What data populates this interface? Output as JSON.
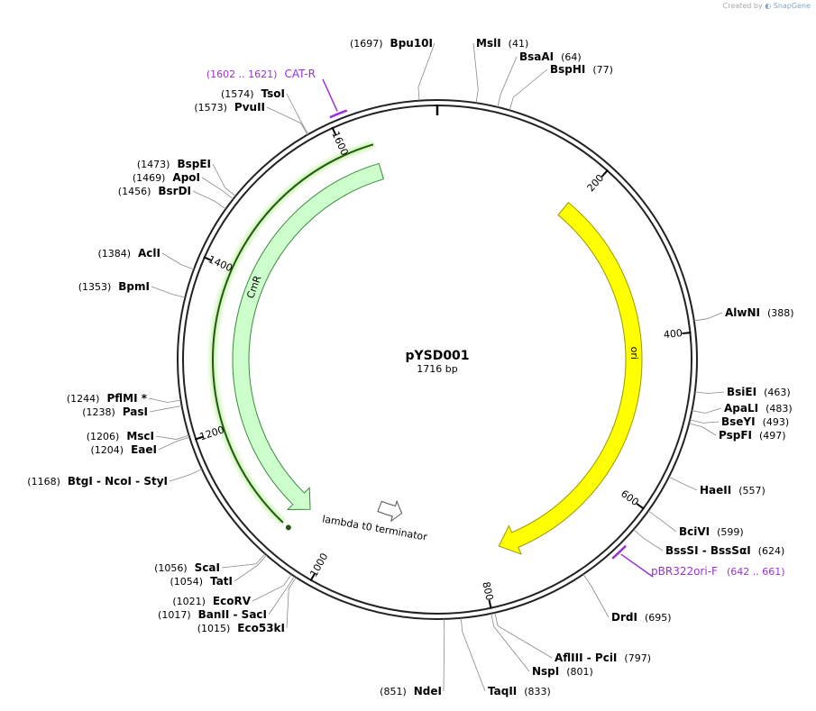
{
  "credit": {
    "prefix": "Created by",
    "brand": "SnapGene"
  },
  "plasmid": {
    "name": "pYSD001",
    "length_label": "1716 bp",
    "length": 1716
  },
  "tick_labels": [
    {
      "text": "200",
      "pos": 200
    },
    {
      "text": "400",
      "pos": 400
    },
    {
      "text": "600",
      "pos": 600
    },
    {
      "text": "800",
      "pos": 800
    },
    {
      "text": "1000",
      "pos": 1000
    },
    {
      "text": "1200",
      "pos": 1200
    },
    {
      "text": "1400",
      "pos": 1400
    },
    {
      "text": "1600",
      "pos": 1600
    }
  ],
  "features": [
    {
      "name": "ori",
      "color": "#ffff00",
      "stroke": "#9a9a00",
      "start": 190,
      "end": 771,
      "direction": "cw"
    },
    {
      "name": "CmR",
      "color": "#ccffcc",
      "stroke": "#3a8a3a",
      "start": 1637,
      "end": 1050,
      "direction": "ccw"
    },
    {
      "name": "lambda t0 terminator",
      "color": "#ffffff",
      "stroke": "#555555",
      "start": 960,
      "end": 920,
      "direction": "ccw"
    }
  ],
  "sites": [
    {
      "pos_label": "(1697)",
      "name": "Bpu10I",
      "pos": 1697
    },
    {
      "name": "MslI",
      "pos_label": "(41)",
      "pos": 41
    },
    {
      "name": "BsaAI",
      "pos_label": "(64)",
      "pos": 64
    },
    {
      "name": "BspHI",
      "pos_label": "(77)",
      "pos": 77
    },
    {
      "name": "AlwNI",
      "pos_label": "(388)",
      "pos": 388
    },
    {
      "name": "BsiEI",
      "pos_label": "(463)",
      "pos": 463
    },
    {
      "name": "ApaLI",
      "pos_label": "(483)",
      "pos": 483
    },
    {
      "name": "BseYI",
      "pos_label": "(493)",
      "pos": 493
    },
    {
      "name": "PspFI",
      "pos_label": "(497)",
      "pos": 497
    },
    {
      "name": "HaeII",
      "pos_label": "(557)",
      "pos": 557
    },
    {
      "name": "BciVI",
      "pos_label": "(599)",
      "pos": 599
    },
    {
      "name": "BssSI - BssSαI",
      "pos_label": "(624)",
      "pos": 624
    },
    {
      "name": "DrdI",
      "pos_label": "(695)",
      "pos": 695
    },
    {
      "name": "AflIII - PciI",
      "pos_label": "(797)",
      "pos": 797
    },
    {
      "name": "NspI",
      "pos_label": "(801)",
      "pos": 801
    },
    {
      "name": "TaqII",
      "pos_label": "(833)",
      "pos": 833
    },
    {
      "pos_label": "(851)",
      "name": "NdeI",
      "pos": 851
    },
    {
      "pos_label": "(1015)",
      "name": "Eco53kI",
      "pos": 1015
    },
    {
      "pos_label": "(1017)",
      "name": "BanII - SacI",
      "pos": 1017
    },
    {
      "pos_label": "(1021)",
      "name": "EcoRV",
      "pos": 1021
    },
    {
      "pos_label": "(1054)",
      "name": "TatI",
      "pos": 1054
    },
    {
      "pos_label": "(1056)",
      "name": "ScaI",
      "pos": 1056
    },
    {
      "pos_label": "(1168)",
      "name": "BtgI - NcoI - StyI",
      "pos": 1168
    },
    {
      "pos_label": "(1204)",
      "name": "EaeI",
      "pos": 1204
    },
    {
      "pos_label": "(1206)",
      "name": "MscI",
      "pos": 1206
    },
    {
      "pos_label": "(1238)",
      "name": "PasI",
      "pos": 1238
    },
    {
      "pos_label": "(1244)",
      "name": "PflMI *",
      "pos": 1244
    },
    {
      "pos_label": "(1353)",
      "name": "BpmI",
      "pos": 1353
    },
    {
      "pos_label": "(1384)",
      "name": "AclI",
      "pos": 1384
    },
    {
      "pos_label": "(1456)",
      "name": "BsrDI",
      "pos": 1456
    },
    {
      "pos_label": "(1469)",
      "name": "ApoI",
      "pos": 1469
    },
    {
      "pos_label": "(1473)",
      "name": "BspEI",
      "pos": 1473
    },
    {
      "pos_label": "(1573)",
      "name": "PvuII",
      "pos": 1573
    },
    {
      "pos_label": "(1574)",
      "name": "TsoI",
      "pos": 1574
    }
  ],
  "primers": [
    {
      "name": "CAT-R",
      "range": "(1602 .. 1621)",
      "color": "#9b30d9",
      "start": 1602,
      "end": 1621
    },
    {
      "name": "pBR322ori-F",
      "range": "(642 .. 661)",
      "color": "#9b30d9",
      "start": 642,
      "end": 661
    }
  ]
}
